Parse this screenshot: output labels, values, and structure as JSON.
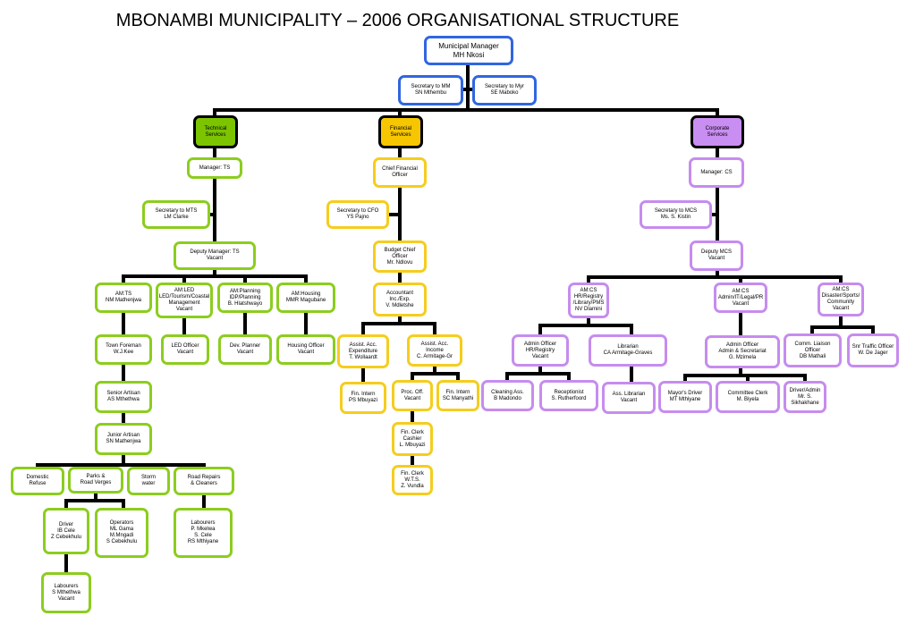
{
  "title": "MBONAMBI MUNICIPALITY –  2006 ORGANISATIONAL STRUCTURE",
  "colors": {
    "technical": "#7cc400",
    "financial": "#f6c600",
    "corporate": "#c98ef2",
    "management": "#3066e0",
    "connector": "#000000"
  },
  "nodes": {
    "municipal_manager": "Municipal Manager\nMH Nkosi",
    "secretary_mm": "Secretary to MM\nSN Mthembu",
    "secretary_myr": "Secretary to Myr\nSE Maboko",
    "technical_services": "Technical\nServices",
    "financial_services": "Financial\nServices",
    "corporate_services": "Corporate\nServices",
    "manager_ts": "Manager: TS",
    "secretary_mts": "Secretary to MTS\nLM Clarke",
    "deputy_manager_ts": "Deputy Manager: TS\nVacant",
    "am_ts": "AM:TS\nNM Mathenjwa",
    "am_led": "AM:LED\nLED/Tourism/Coastal\nManagement\nVacant",
    "am_planning": "AM:Planning\nIDP/Planning\nB. Hlatshwayo",
    "am_housing": "AM:Housing\nMMR Magubane",
    "led_officer": "LED Officer\nVacant",
    "dev_planner": "Dev. Planner\nVacant",
    "housing_officer": "Housing Officer\nVacant",
    "town_foreman": "Town Foreman\nW.J.Kee",
    "senior_artisan": "Senior Artisan\nAS Mthethwa",
    "junior_artisan": "Junior Artisan\nSN Mathenjwa",
    "domestic_refuse": "Domestic\nRefuse",
    "parks_road_verges": "Parks &\nRoad Verges",
    "storm_water": "Storm\nwater",
    "road_repairs": "Road Repairs\n& Cleaners",
    "driver_ib_cele": "Driver\nIB Cele\nZ Cebekhulu",
    "operators": "Operators\nML Gama\nM.Mngadi\nS Cebekhulu",
    "labourers_road": "Labourers\nP. Mkelwa\nS. Cele\nRS Mthiyane",
    "labourers_parks": "Labourers\nS Mthethwa\nVacant",
    "chief_financial_officer": "Chief Financial\nOfficer",
    "secretary_cfo": "Secretary to CFO\nYS Pajno",
    "budget_chief_officer": "Budget Chief\nOfficer\nMr. Ndlovu",
    "accountant": "Accountant\nInc./Exp.\nV. Mdletshe",
    "assist_acc_expenditure": "Assist. Acc.\nExpenditure\nT. Wollaardt",
    "assist_acc_income": "Assist. Acc.\nIncome\nC. Armitage-Gr",
    "fin_intern_ps": "Fin. Intern\nPS Mbuyazi",
    "proc_off": "Proc. Off.\nVacant",
    "fin_intern_sc": "Fin. Intern\nSC Manyathi",
    "fin_clerk_cashier": "Fin. Clerk\nCashier\nL. Mbuyazi",
    "fin_clerk_wts": "Fin. Clerk\nW.T.S.\nZ. Vundla",
    "manager_cs": "Manager: CS",
    "secretary_mcs": "Secretary to MCS\nMs. S. Kistin",
    "deputy_mcs": "Deputy MCS\nVacant",
    "am_cs_hr": "AM:CS\nHR/Registry\n/Library/PMS\nNV Dlamini",
    "am_cs_admin": "AM:CS\nAdmin/IT/Legal/PR\nVacant",
    "am_cs_disaster": "AM:CS\nDisaster/Sports/\nCommunity\nVacant",
    "admin_officer_hr": "Admin Officer\nHR/Registry\nVacant",
    "librarian": "Librarian\nCA Armitage-Graves",
    "admin_officer_secretariat": "Admin Officer\nAdmin & Secretariat\nG. Mzimela",
    "comm_liaison_officer": "Comm. Liaison\nOfficer\nDB Mathali",
    "snr_traffic_officer": "Snr Traffic Officer\nW. De Jager",
    "cleaning_ass": "Cleaning Ass.\nB Madondo",
    "receptionist": "Receptionist\nS. Rutherfoord",
    "ass_librarian": "Ass. Librarian\nVacant",
    "mayors_driver": "Mayor's Driver\nMT Mthiyane",
    "committee_clerk": "Committee Clerk\nM. Biyela",
    "driver_admin": "Driver/Admin\nMr. S. Sikhakhane"
  }
}
